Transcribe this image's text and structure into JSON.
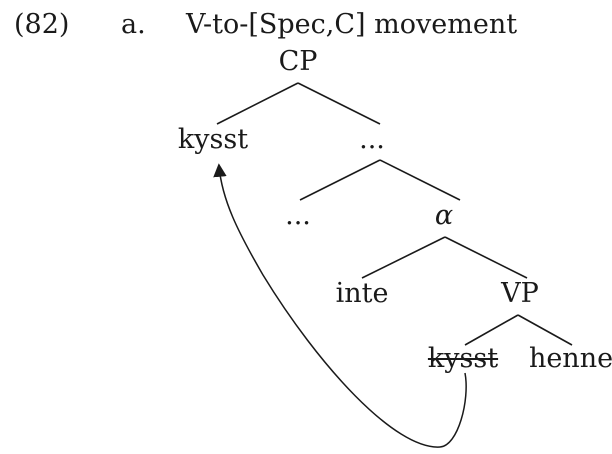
{
  "example": {
    "number": "(82)",
    "sub_label": "a.",
    "title": "V-to-[Spec,C] movement"
  },
  "tree": {
    "root": "CP",
    "moved_verb": "kysst",
    "upper_dots": "...",
    "lower_dots": "...",
    "alpha": "α",
    "negation": "inte",
    "vp": "VP",
    "trace_verb": "kysst",
    "object": "henne"
  },
  "colors": {
    "ink": "#1a1a1a",
    "background": "#ffffff"
  }
}
